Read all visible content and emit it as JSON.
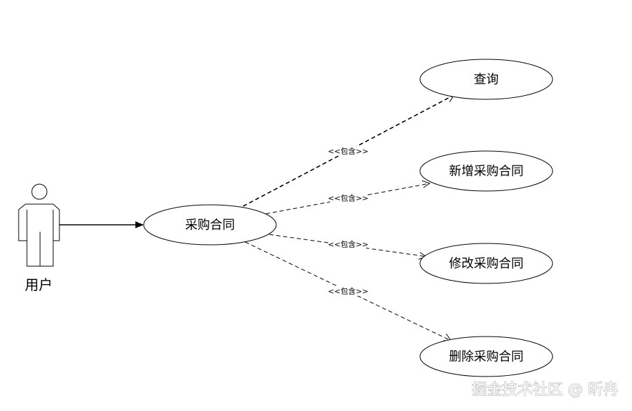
{
  "diagram": {
    "actor": {
      "label": "用户"
    },
    "use_cases": {
      "main": "采购合同",
      "query": "查询",
      "add": "新增采购合同",
      "edit": "修改采购合同",
      "delete": "删除采购合同"
    },
    "relations": {
      "include_label": "<<包含>>"
    }
  },
  "watermark": {
    "text": "掘金技术社区 @ 昕冉"
  }
}
